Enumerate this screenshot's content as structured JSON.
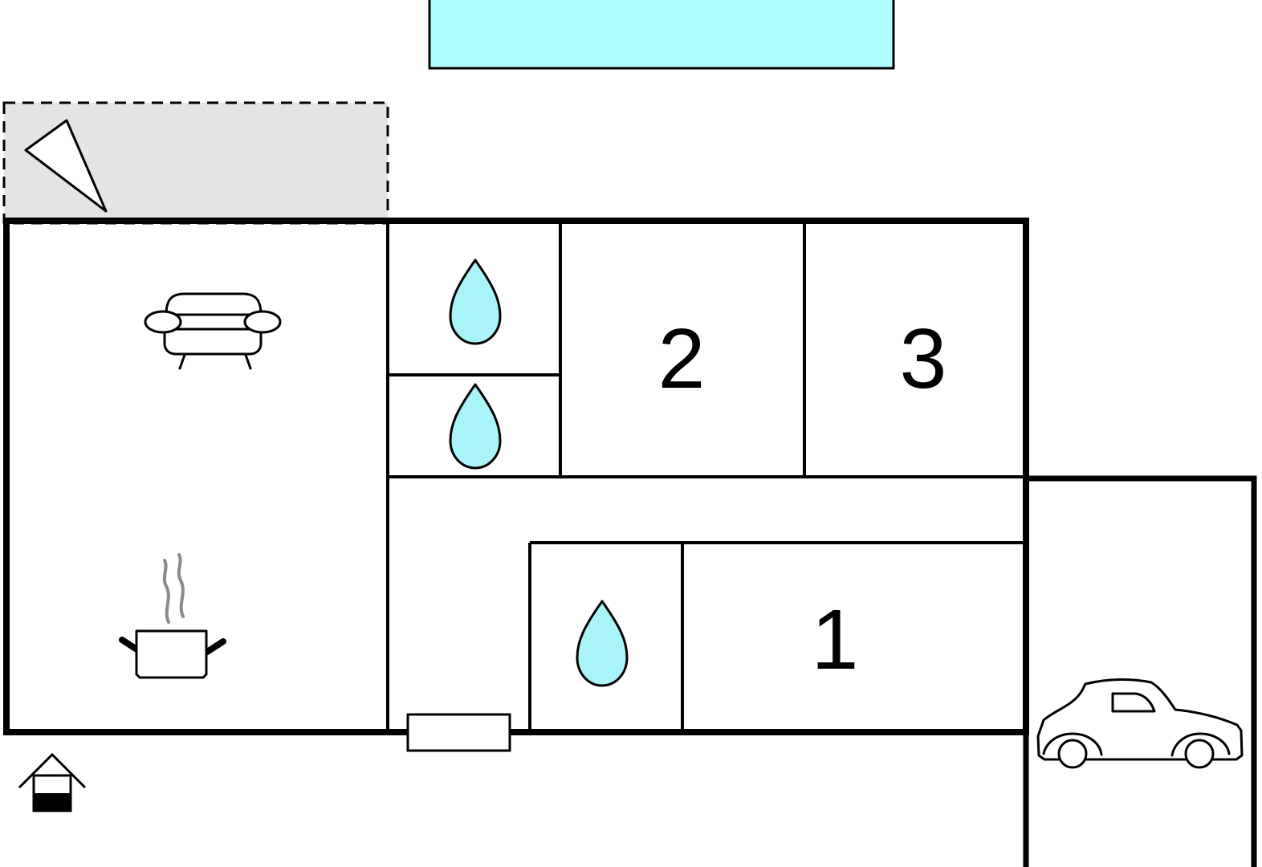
{
  "floorplan": {
    "rooms": {
      "bedroom_1": {
        "label": "1"
      },
      "bedroom_2": {
        "label": "2"
      },
      "bedroom_3": {
        "label": "3"
      }
    },
    "icons": {
      "pool": "pool-icon",
      "terrace": "terrace-icon",
      "sofa": "sofa-icon",
      "cooking_pot": "cooking-pot-icon",
      "water_drop": "water-drop-icon",
      "car": "car-icon",
      "entrance": "entrance-icon"
    },
    "colors": {
      "pool_fill": "#b0ffff",
      "water_fill": "#a8f4f8",
      "terrace_fill": "#e4e4e4",
      "steam": "#8a8a8a",
      "line": "#000000"
    }
  }
}
